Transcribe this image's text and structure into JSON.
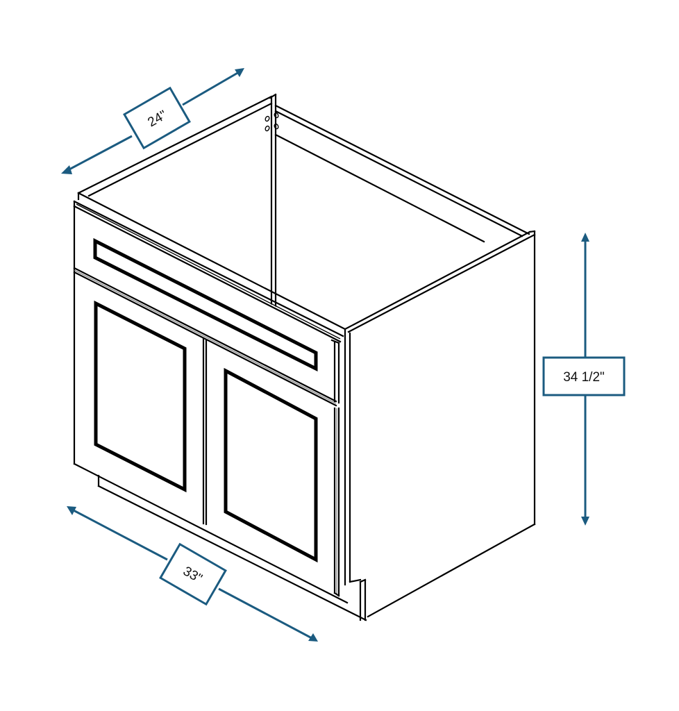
{
  "diagram": {
    "subject": "Sink base cabinet, 2 doors with false drawer front",
    "line_color": "#000000",
    "dimension_color": "#1b5b80",
    "background": "#ffffff"
  },
  "dimensions": {
    "depth": {
      "label": "24\"",
      "orientation": "diagonal-up-right"
    },
    "height": {
      "label": "34 1/2\"",
      "orientation": "vertical"
    },
    "width": {
      "label": "33\"",
      "orientation": "diagonal-down-right"
    }
  },
  "components": [
    {
      "name": "face frame"
    },
    {
      "name": "false drawer front"
    },
    {
      "name": "left door"
    },
    {
      "name": "right door"
    },
    {
      "name": "toe kick"
    },
    {
      "name": "side panel"
    },
    {
      "name": "back rail"
    },
    {
      "name": "shelf pin holes"
    }
  ]
}
